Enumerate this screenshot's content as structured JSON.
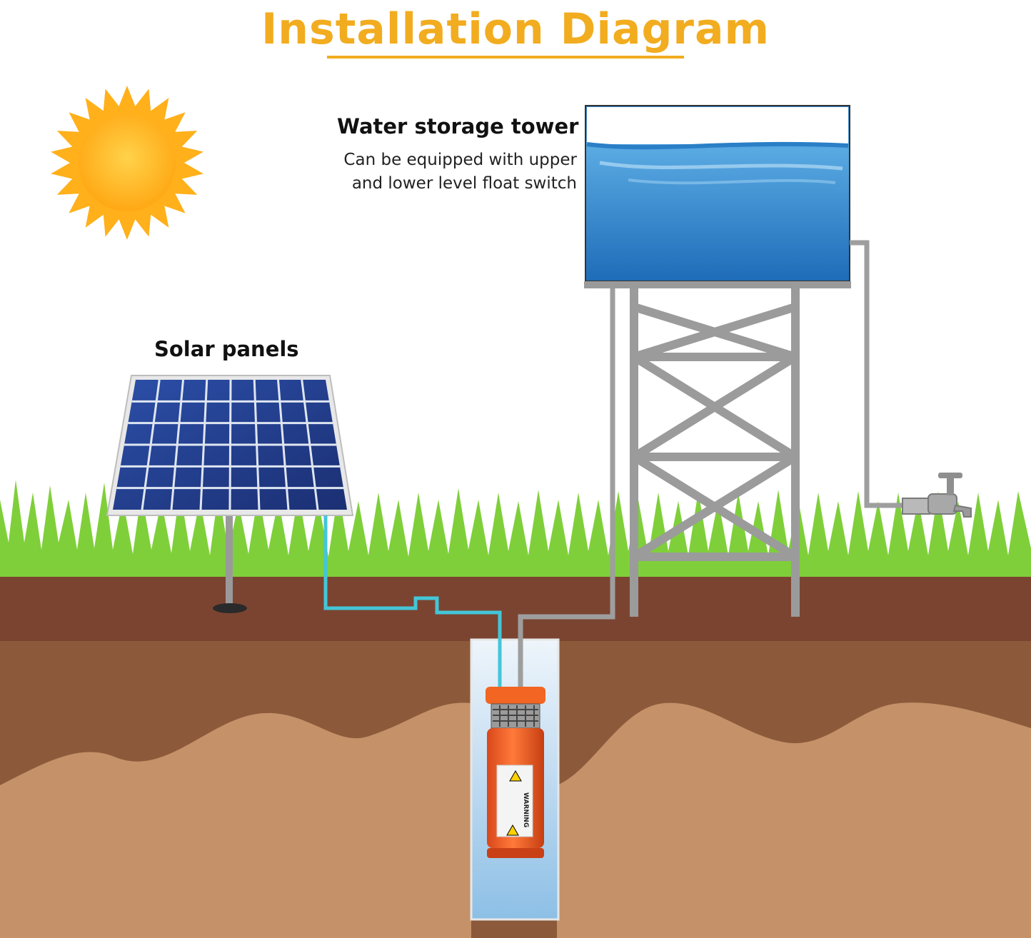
{
  "title": "Installation Diagram",
  "tower": {
    "label": "Water storage tower",
    "note_line1": "Can be equipped with upper",
    "note_line2": "and lower level float switch"
  },
  "solar": {
    "label": "Solar panels"
  },
  "pump": {
    "warning_label": "WARNING"
  },
  "colors": {
    "title": "#f2ac1f",
    "sun": "#ffb51c",
    "grass": "#7fcf3a",
    "topsoil": "#7b4431",
    "subsoil": "#8c5a3a",
    "sand": "#c49169",
    "water": "#3d9ad6",
    "pipe": "#9e9e9e",
    "cable": "#43c6d8",
    "pump": "#f26522",
    "panel": "#233f8f"
  }
}
